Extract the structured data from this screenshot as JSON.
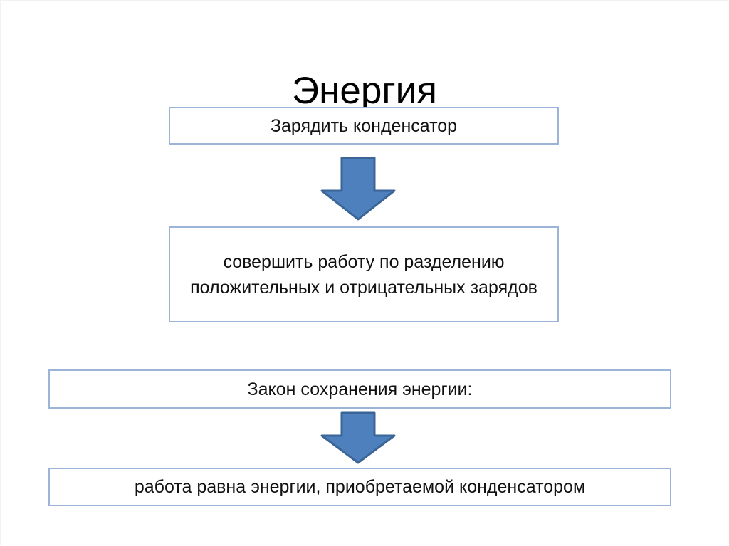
{
  "slide": {
    "title": "Энергия",
    "background_color": "#ffffff",
    "box_border_color": "#9cb4d8",
    "arrow_fill_color": "#4e80be",
    "arrow_outline_color": "#3a6596",
    "text_color": "#111111"
  },
  "flow": {
    "boxes": [
      {
        "id": "charge",
        "text": "Зарядить конденсатор"
      },
      {
        "id": "work",
        "text": "совершить работу по разделению положительных и отрицательных зарядов"
      },
      {
        "id": "law",
        "text": "Закон сохранения энергии:"
      },
      {
        "id": "result",
        "text": "работа равна энергии, приобретаемой конденсатором"
      }
    ],
    "arrows": [
      {
        "id": "arrow-one",
        "direction": "down"
      },
      {
        "id": "arrow-two",
        "direction": "down"
      }
    ]
  }
}
